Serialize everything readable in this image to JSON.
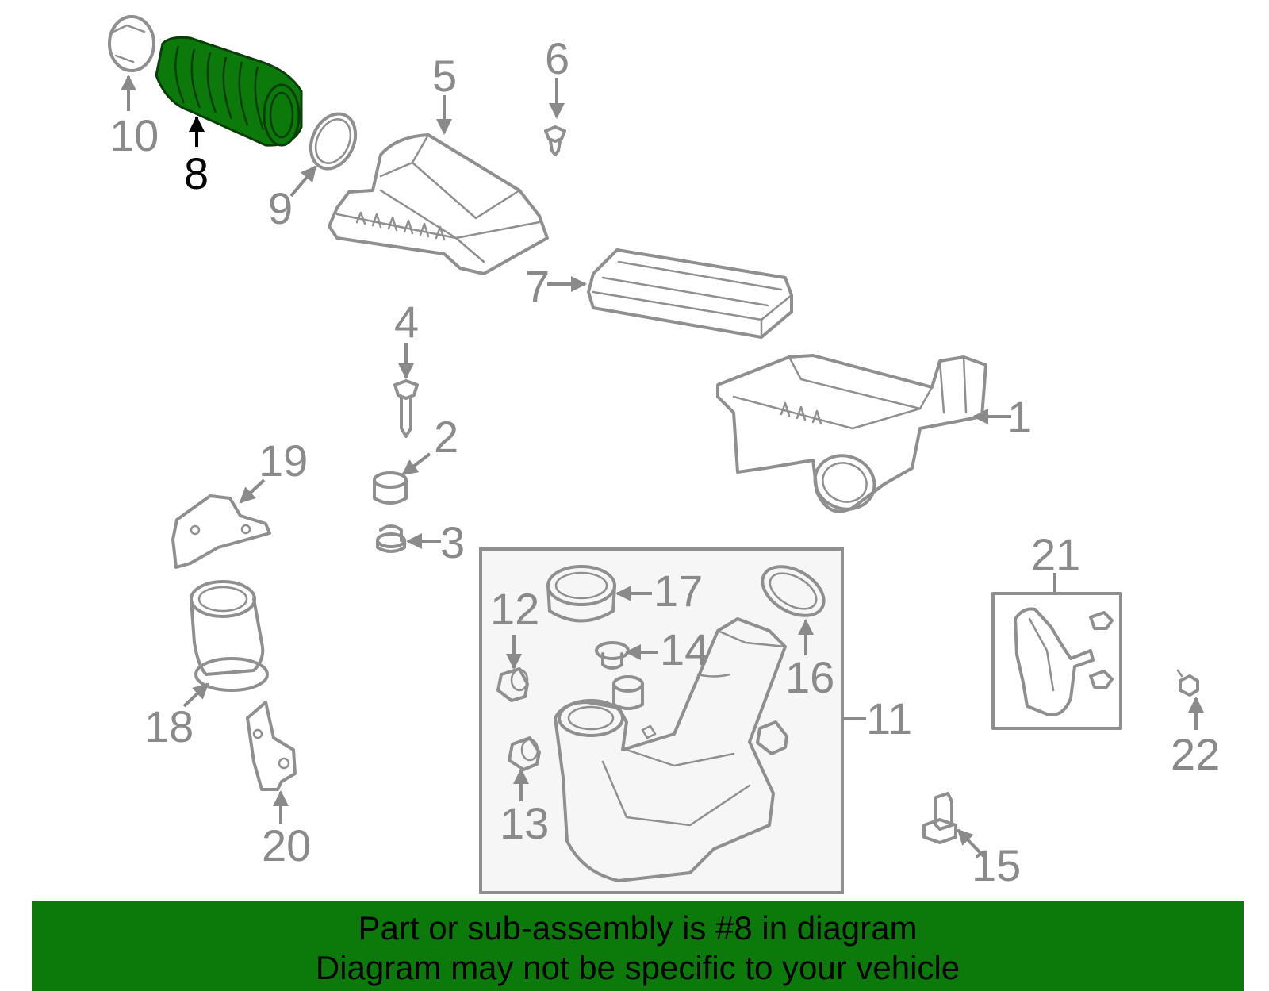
{
  "diagram": {
    "callouts": [
      "1",
      "2",
      "3",
      "4",
      "5",
      "6",
      "7",
      "8",
      "9",
      "10",
      "11",
      "12",
      "13",
      "14",
      "15",
      "16",
      "17",
      "18",
      "19",
      "20",
      "21",
      "22"
    ],
    "highlighted_part": "8",
    "highlight_color": "#0b7a0b",
    "line_color": "#8f8f8f"
  },
  "banner": {
    "line1": "Part or sub-assembly is #8 in diagram",
    "line2": "Diagram may not be specific to your vehicle",
    "background": "#0b7a0b"
  }
}
